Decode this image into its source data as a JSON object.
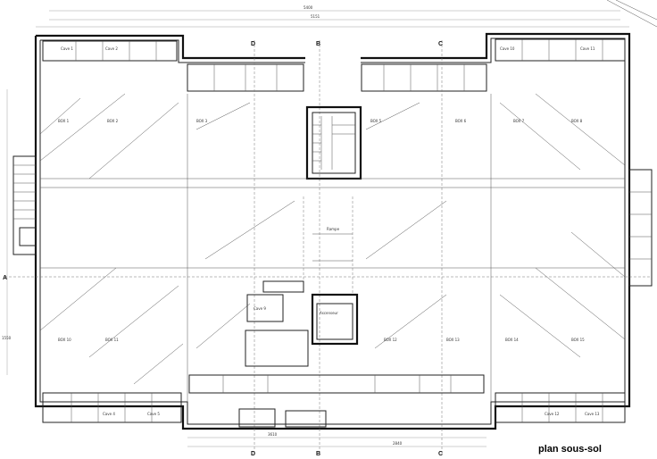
{
  "title": "plan sous-sol",
  "grid_labels": [
    "D",
    "B",
    "C",
    "D",
    "B",
    "C",
    "A"
  ],
  "dimensions": {
    "top_overall": "5400",
    "top_sub": "5151",
    "left_total": "1550",
    "bottom_1": "3610",
    "bottom_2": "2840"
  },
  "room_labels": {
    "box_left_top": "BOX 1",
    "box_left_top_2": "BOX 2",
    "box_center_left": "BOX 3",
    "box_center_right": "BOX 5",
    "box_center_right_2": "BOX 6",
    "box_right_top": "BOX 7",
    "box_right_top_2": "BOX 8",
    "box_left_bottom": "BOX 10",
    "box_left_bottom_2": "BOX 11",
    "box_center_bottom": "BOX 12",
    "box_center_bottom_2": "BOX 13",
    "box_right_bottom": "BOX 14",
    "box_right_bottom_2": "BOX 15",
    "cave_top_left": "Cave 1",
    "cave_top_left_2": "Cave 2",
    "cave_top_right": "Cave 10",
    "cave_top_right_2": "Cave 11",
    "cave_bottom_left": "Cave 4",
    "cave_bottom_left_2": "Cave 5",
    "cave_bottom_right": "Cave 12",
    "cave_bottom_right_2": "Cave 13",
    "cave_center": "Cave 9",
    "lift": "Ascenseur",
    "ramp": "Rampe"
  }
}
